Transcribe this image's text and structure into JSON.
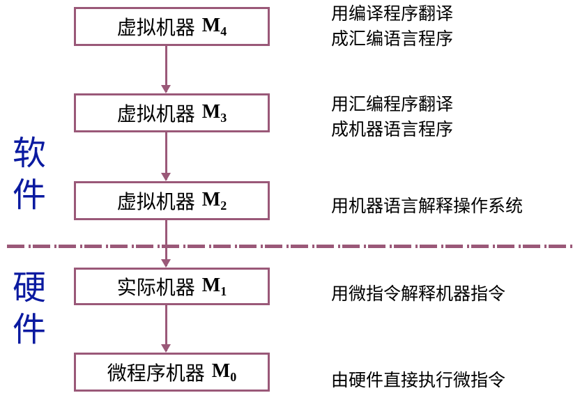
{
  "machines": [
    {
      "label": "虚拟机器",
      "m": "M",
      "sub": "4",
      "desc1": "用编译程序翻译",
      "desc2": "成汇编语言程序"
    },
    {
      "label": "虚拟机器",
      "m": "M",
      "sub": "3",
      "desc1": "用汇编程序翻译",
      "desc2": "成机器语言程序"
    },
    {
      "label": "虚拟机器",
      "m": "M",
      "sub": "2",
      "desc1": "用机器语言解释操作系统"
    },
    {
      "label": "实际机器",
      "m": "M",
      "sub": "1",
      "desc1": "用微指令解释机器指令"
    },
    {
      "label": "微程序机器",
      "m": "M",
      "sub": "0",
      "desc1": "由硬件直接执行微指令"
    }
  ],
  "software": {
    "c1": "软",
    "c2": "件"
  },
  "hardware": {
    "c1": "硬",
    "c2": "件"
  },
  "colors": {
    "border": "#9a5878",
    "side": "#0a1aa0"
  }
}
